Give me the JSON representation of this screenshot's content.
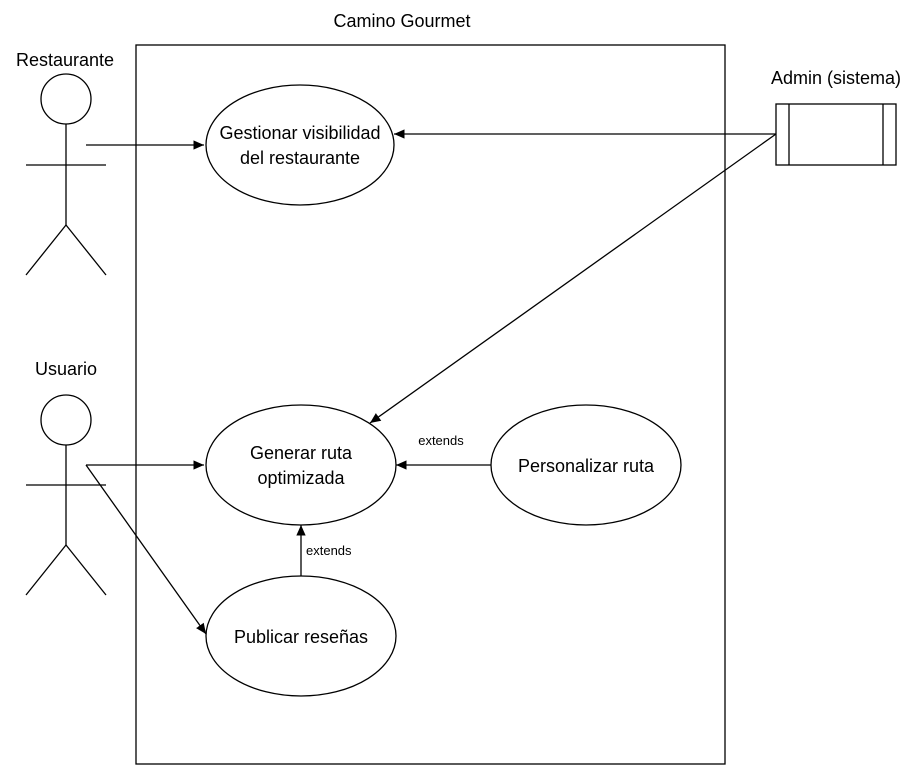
{
  "diagram": {
    "system_title": "Camino Gourmet",
    "actors": {
      "restaurante": "Restaurante",
      "usuario": "Usuario",
      "admin": "Admin (sistema)"
    },
    "use_cases": {
      "gestionar": [
        "Gestionar visibilidad",
        "del restaurante"
      ],
      "generar": [
        "Generar ruta",
        "optimizada"
      ],
      "personalizar": "Personalizar ruta",
      "publicar": "Publicar reseñas"
    },
    "relations": {
      "extends_personalizar": "extends",
      "extends_publicar": "extends"
    }
  }
}
